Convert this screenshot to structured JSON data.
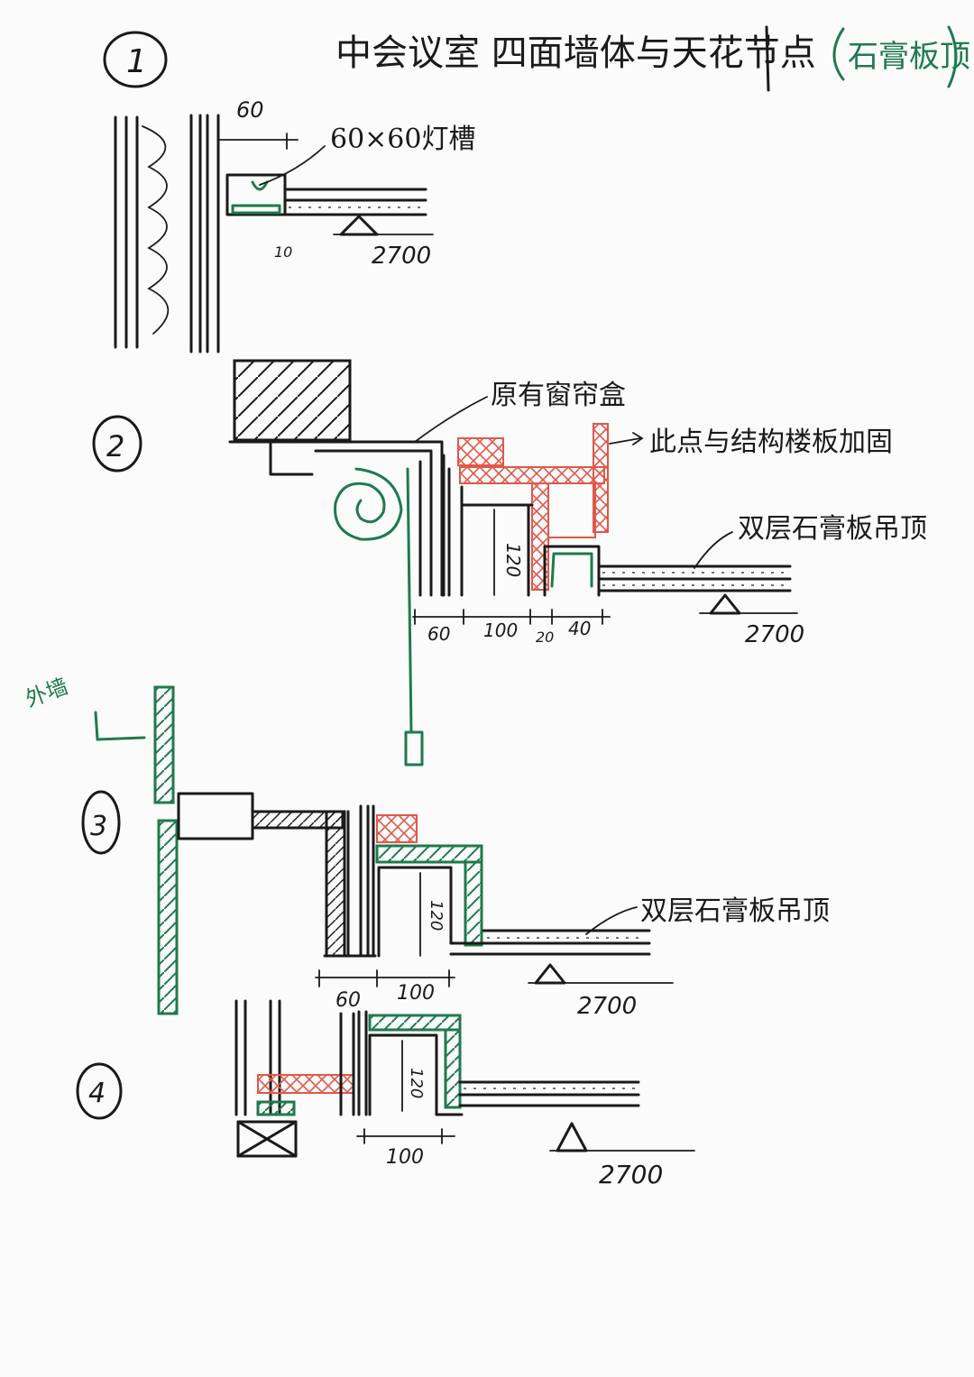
{
  "title": "中会议室 四面墙体与天花节点",
  "title_note": "石膏板顶",
  "colors": {
    "ink": "#1a1a1a",
    "green": "#1f7a4f",
    "red": "#e0584a",
    "paper": "#fbfbfb"
  },
  "detail_1": {
    "number": "1",
    "dim_top": "60",
    "callout": "60×60灯槽",
    "dim_small": "10",
    "elevation": "2700"
  },
  "detail_2": {
    "number": "2",
    "callout_window": "原有窗帘盒",
    "callout_structure": "此点与结构楼板加固",
    "callout_ceiling": "双层石膏板吊顶",
    "dim_vertical": "120",
    "dims": [
      "60",
      "100",
      "20",
      "40"
    ],
    "elevation": "2700"
  },
  "detail_3": {
    "number": "3",
    "side_label": "外墙",
    "callout_ceiling": "双层石膏板吊顶",
    "dim_vertical": "120",
    "dims": [
      "60",
      "100"
    ],
    "elevation": "2700"
  },
  "detail_4": {
    "number": "4",
    "dim_vertical": "120",
    "dims": [
      "100"
    ],
    "elevation": "2700"
  }
}
